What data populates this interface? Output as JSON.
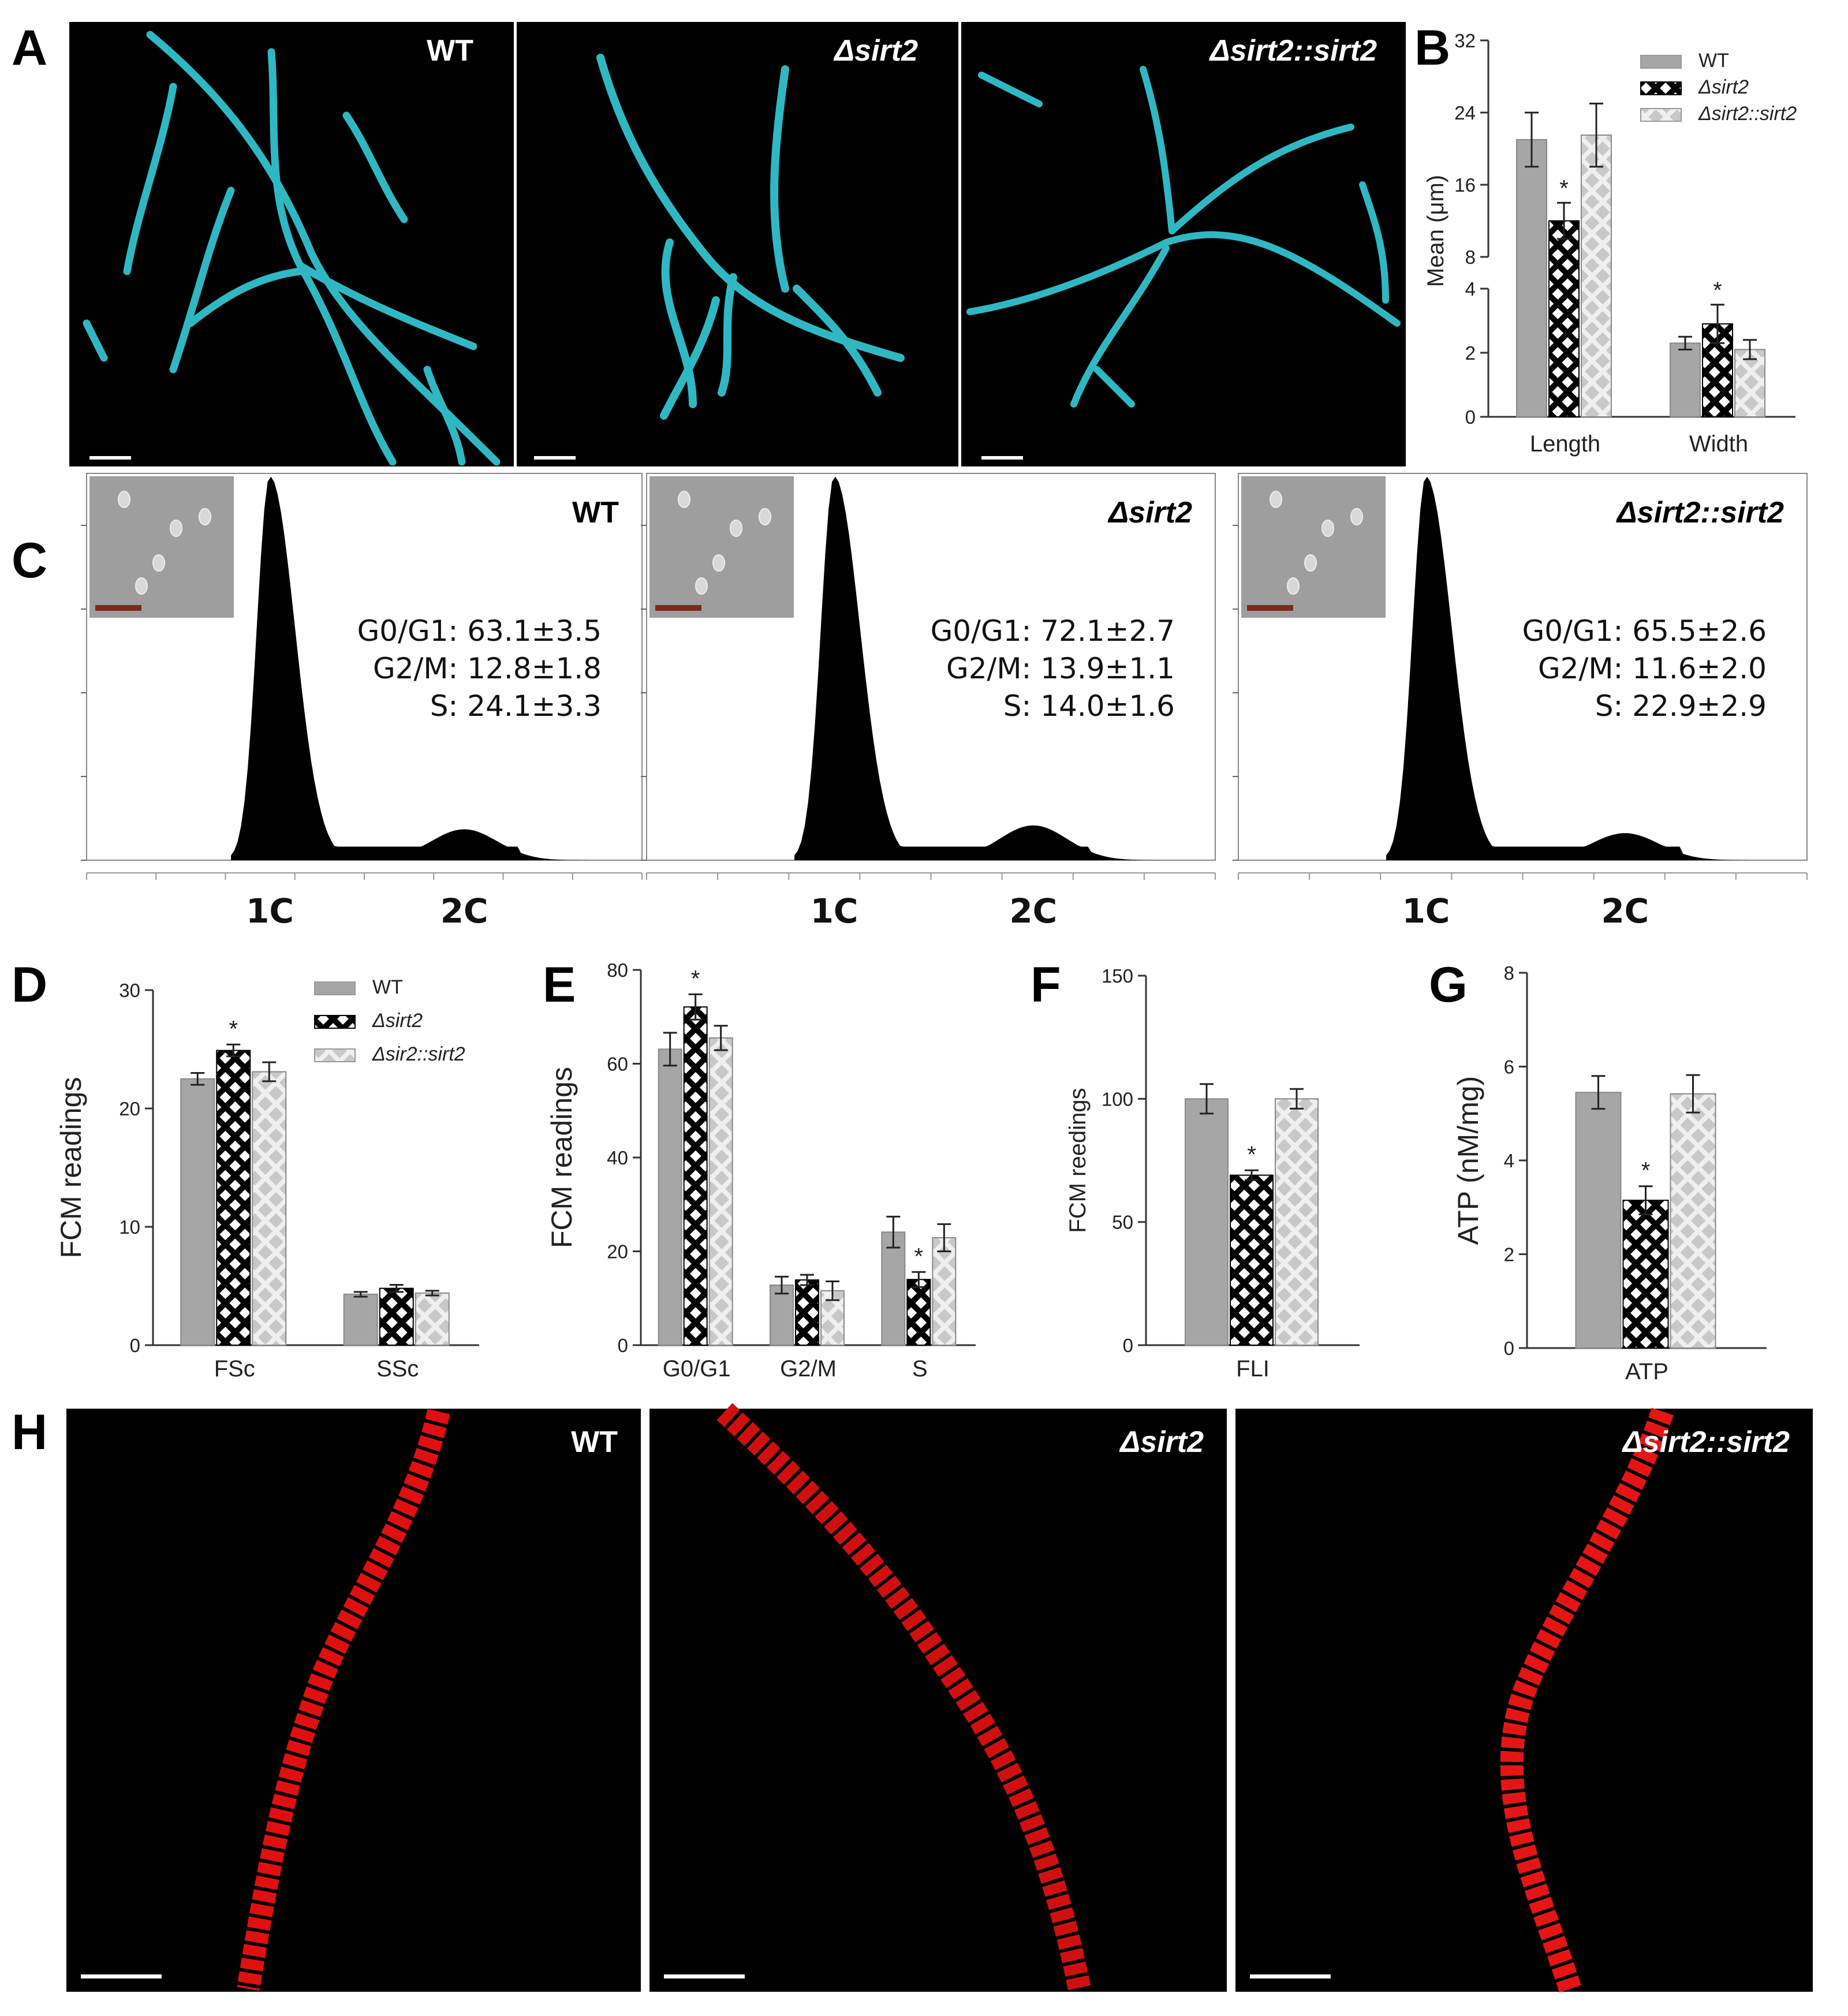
{
  "panel_labels": [
    "A",
    "B",
    "C",
    "D",
    "E",
    "F",
    "G",
    "H"
  ],
  "strains": {
    "wt": "WT",
    "mut": "Δsirt2",
    "comp": "Δsirt2::sirt2",
    "comp_alt": "Δsir2::sirt2"
  },
  "series_colors": {
    "wt": "#a6a6a6",
    "mut": "#000000",
    "comp": "#d9d9d9"
  },
  "panel_C": {
    "tick_1c": "1C",
    "tick_2c": "2C",
    "stats": [
      {
        "g0g1": "G0/G1: 63.1±3.5",
        "g2m": "G2/M: 12.8±1.8",
        "s": "S: 24.1±3.3"
      },
      {
        "g0g1": "G0/G1: 72.1±2.7",
        "g2m": "G2/M: 13.9±1.1",
        "s": "S: 14.0±1.6"
      },
      {
        "g0g1": "G0/G1: 65.5±2.6",
        "g2m": "G2/M: 11.6±2.0",
        "s": "S: 22.9±2.9"
      }
    ]
  },
  "chart_data": [
    {
      "id": "B",
      "type": "bar",
      "categories": [
        "Length",
        "Width"
      ],
      "ylabel": "Mean (μm)",
      "yscale": "broken",
      "yticks_low": [
        0,
        2,
        4
      ],
      "yticks_high": [
        8,
        16,
        24,
        32
      ],
      "series": [
        {
          "name": "WT",
          "key": "wt",
          "values": [
            21,
            2.3
          ],
          "errors": [
            3,
            0.2
          ]
        },
        {
          "name": "Δsirt2",
          "key": "mut",
          "values": [
            12,
            2.9
          ],
          "errors": [
            2,
            0.6
          ]
        },
        {
          "name": "Δsirt2::sirt2",
          "key": "comp",
          "values": [
            21.5,
            2.1
          ],
          "errors": [
            3.5,
            0.3
          ]
        }
      ],
      "annotations": [
        {
          "category": "Length",
          "series": "Δsirt2",
          "text": "*"
        },
        {
          "category": "Width",
          "series": "Δsirt2",
          "text": "*"
        }
      ],
      "legend": "top-right"
    },
    {
      "id": "C",
      "type": "area",
      "xticks": [
        "1C",
        "2C"
      ],
      "peaks_1c": [
        1.0,
        1.0,
        1.0
      ],
      "peaks_2c": [
        0.08,
        0.09,
        0.07
      ]
    },
    {
      "id": "D",
      "type": "bar",
      "categories": [
        "FSc",
        "SSc"
      ],
      "ylabel": "FCM readings",
      "ylim": [
        0,
        30
      ],
      "yticks": [
        0,
        10,
        20,
        30
      ],
      "series": [
        {
          "name": "WT",
          "key": "wt",
          "values": [
            22.5,
            4.3
          ],
          "errors": [
            0.5,
            0.2
          ]
        },
        {
          "name": "Δsirt2",
          "key": "mut",
          "values": [
            24.9,
            4.8
          ],
          "errors": [
            0.5,
            0.3
          ]
        },
        {
          "name": "Δsir2::sirt2",
          "key": "comp",
          "values": [
            23.1,
            4.4
          ],
          "errors": [
            0.8,
            0.2
          ]
        }
      ],
      "annotations": [
        {
          "category": "FSc",
          "series": "Δsirt2",
          "text": "*"
        }
      ],
      "legend": "top-right"
    },
    {
      "id": "E",
      "type": "bar",
      "categories": [
        "G0/G1",
        "G2/M",
        "S"
      ],
      "ylabel": "FCM readings",
      "ylim": [
        0,
        80
      ],
      "yticks": [
        0,
        20,
        40,
        60,
        80
      ],
      "series": [
        {
          "key": "wt",
          "values": [
            63.1,
            12.8,
            24.1
          ],
          "errors": [
            3.5,
            1.8,
            3.3
          ]
        },
        {
          "key": "mut",
          "values": [
            72.1,
            13.9,
            14.0
          ],
          "errors": [
            2.7,
            1.1,
            1.6
          ]
        },
        {
          "key": "comp",
          "values": [
            65.5,
            11.6,
            22.9
          ],
          "errors": [
            2.6,
            2.0,
            2.9
          ]
        }
      ],
      "annotations": [
        {
          "category": "G0/G1",
          "series": "mut",
          "text": "*"
        },
        {
          "category": "S",
          "series": "mut",
          "text": "*"
        }
      ]
    },
    {
      "id": "F",
      "type": "bar",
      "categories": [
        "FLI"
      ],
      "ylabel": "FCM reedings",
      "ylim": [
        0,
        150
      ],
      "yticks": [
        0,
        50,
        100,
        150
      ],
      "series": [
        {
          "key": "wt",
          "values": [
            100
          ],
          "errors": [
            6
          ]
        },
        {
          "key": "mut",
          "values": [
            69
          ],
          "errors": [
            2
          ]
        },
        {
          "key": "comp",
          "values": [
            100
          ],
          "errors": [
            4
          ]
        }
      ],
      "annotations": [
        {
          "category": "FLI",
          "series": "mut",
          "text": "*"
        }
      ]
    },
    {
      "id": "G",
      "type": "bar",
      "categories": [
        "ATP"
      ],
      "ylabel": "ATP (nM/mg)",
      "ylim": [
        0,
        8
      ],
      "yticks": [
        0,
        2,
        4,
        6,
        8
      ],
      "series": [
        {
          "key": "wt",
          "values": [
            5.45
          ],
          "errors": [
            0.35
          ]
        },
        {
          "key": "mut",
          "values": [
            3.15
          ],
          "errors": [
            0.3
          ]
        },
        {
          "key": "comp",
          "values": [
            5.42
          ],
          "errors": [
            0.4
          ]
        }
      ],
      "annotations": [
        {
          "category": "ATP",
          "series": "mut",
          "text": "*"
        }
      ]
    }
  ]
}
